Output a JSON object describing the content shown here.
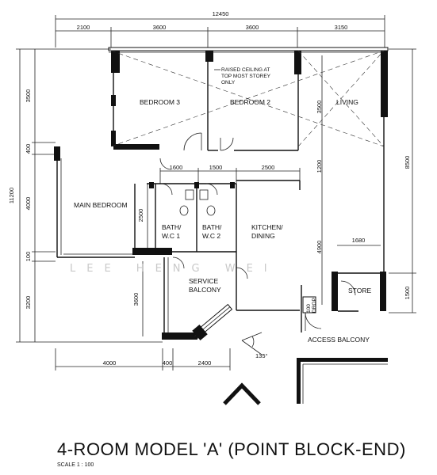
{
  "drawing": {
    "title": "4-ROOM MODEL 'A' (POINT BLOCK-END)",
    "scale": "SCALE 1 : 100",
    "watermark": "LEE HENG WEI"
  },
  "dimensions": {
    "overall_width": "12450",
    "top_segments": [
      "2100",
      "3600",
      "3600",
      "3150"
    ],
    "overall_height": "11200",
    "left_segments": [
      "3500",
      "400",
      "4000",
      "100",
      "3200"
    ],
    "inner_left": [
      "2500",
      "3600"
    ],
    "inner_mid": [
      "1600",
      "1500",
      "2500"
    ],
    "inner_vertical": [
      "3500",
      "1200",
      "4900"
    ],
    "right_overall": "8500",
    "right_lower": "1500",
    "store_width": "1680",
    "bottom_segments": [
      "4000",
      "400",
      "2400"
    ],
    "angle": "135°"
  },
  "rooms": {
    "bedroom3": "BEDROOM 3",
    "bedroom2": "BEDROOM 2",
    "living": "LIVING",
    "main_bedroom": "MAIN BEDROOM",
    "bath1_line1": "BATH/",
    "bath1_line2": "W.C 1",
    "bath2_line1": "BATH/",
    "bath2_line2": "W.C 2",
    "kitchen_line1": "KITCHEN/",
    "kitchen_line2": "DINING",
    "service_line1": "SERVICE",
    "service_line2": "BALCONY",
    "store": "STORE",
    "access_balcony": "ACCESS BALCONY"
  },
  "notes": {
    "raised_ceiling_line1": "RAISED CEILING AT",
    "raised_ceiling_line2": "TOP MOST STOREY",
    "raised_ceiling_line3": "ONLY",
    "refuse_line1": "100",
    "refuse_line2": "DROP"
  }
}
